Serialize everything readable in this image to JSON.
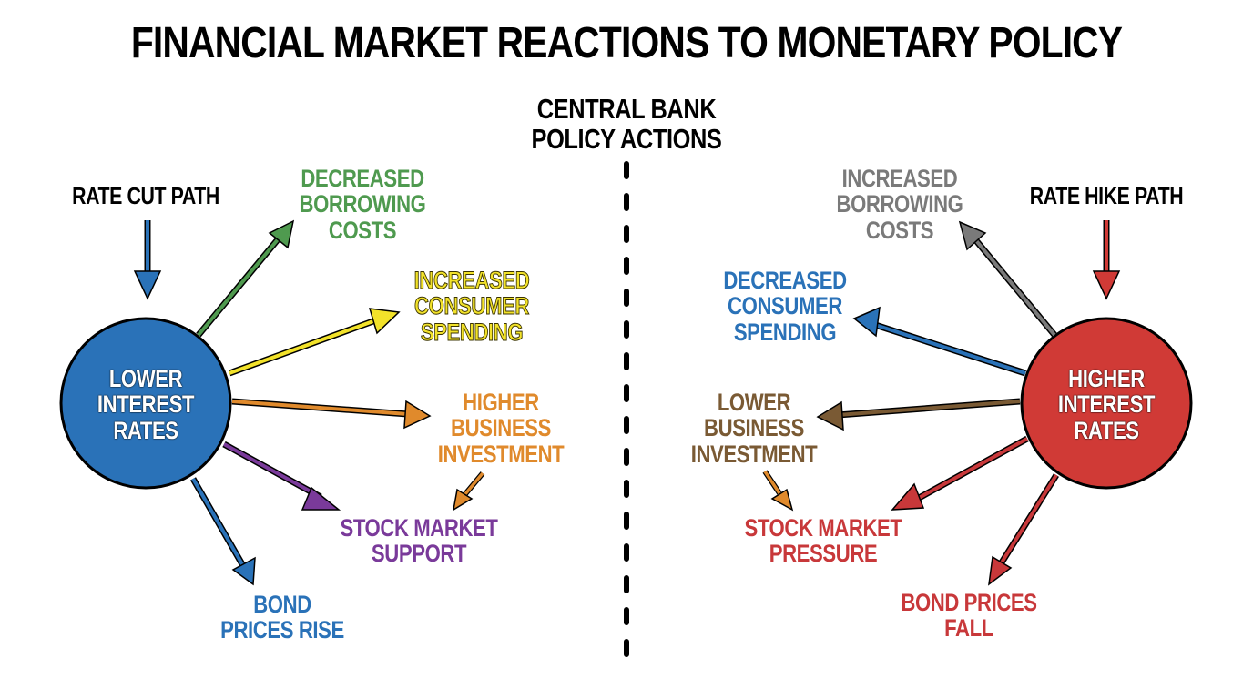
{
  "title": "FINANCIAL MARKET REACTIONS TO MONETARY POLICY",
  "center": {
    "label": "CENTRAL BANK\nPOLICY ACTIONS"
  },
  "left": {
    "path_label": "RATE CUT PATH",
    "node": {
      "label": "LOWER\nINTEREST\nRATES",
      "color": "#2a72b8"
    },
    "effects": [
      {
        "label": "DECREASED\nBORROWING\nCOSTS",
        "color": "#4f9a4f"
      },
      {
        "label": "INCREASED\nCONSUMER\nSPENDING",
        "color": "#f2e22a"
      },
      {
        "label": "HIGHER\nBUSINESS\nINVESTMENT",
        "color": "#e08a2c"
      },
      {
        "label": "STOCK MARKET\nSUPPORT",
        "color": "#7a3a9a"
      },
      {
        "label": "BOND\nPRICES RISE",
        "color": "#2a72b8"
      }
    ]
  },
  "right": {
    "path_label": "RATE HIKE PATH",
    "node": {
      "label": "HIGHER\nINTEREST\nRATES",
      "color": "#d03a36"
    },
    "effects": [
      {
        "label": "INCREASED\nBORROWING\nCOSTS",
        "color": "#7a7a7a"
      },
      {
        "label": "DECREASED\nCONSUMER\nSPENDING",
        "color": "#2a72b8"
      },
      {
        "label": "LOWER\nBUSINESS\nINVESTMENT",
        "color": "#7a5a34"
      },
      {
        "label": "STOCK MARKET\nPRESSURE",
        "color": "#c8383a"
      },
      {
        "label": "BOND PRICES\nFALL",
        "color": "#c8383a"
      }
    ]
  }
}
